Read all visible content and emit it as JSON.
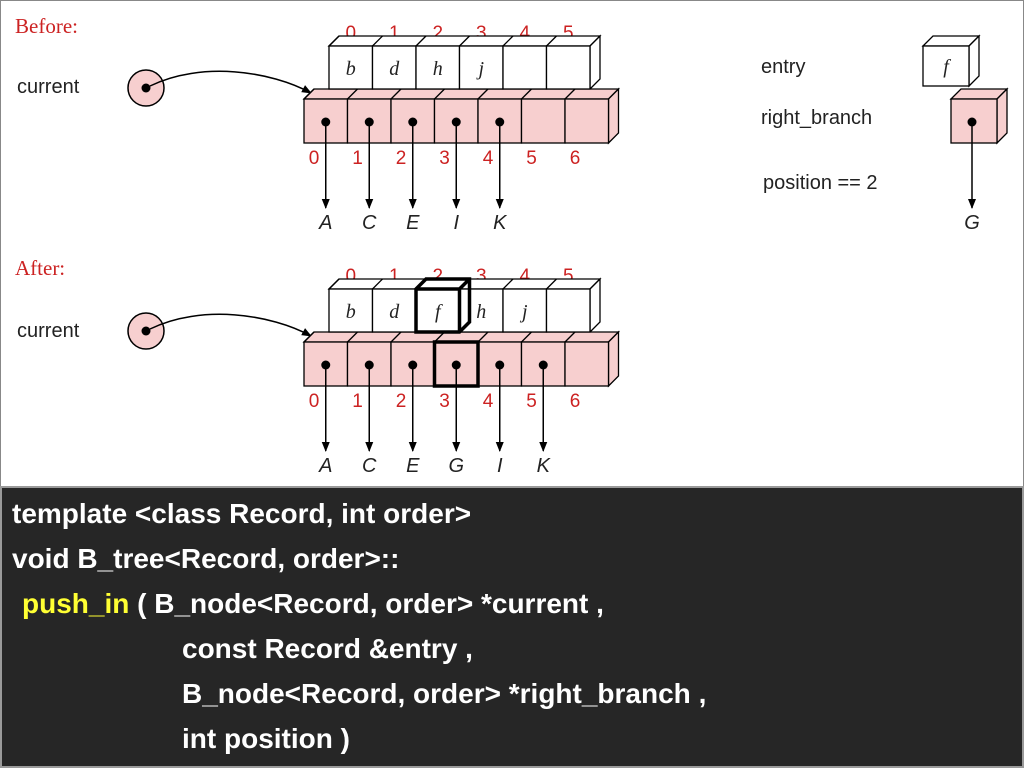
{
  "colors": {
    "index_red": "#cc2222",
    "node_fill": "#f7cfcf",
    "code_bg": "#262626",
    "code_text": "#ffffff",
    "highlight_yellow": "#ffff33"
  },
  "before": {
    "label": "Before:",
    "current_label": "current",
    "key_indices": [
      "0",
      "1",
      "2",
      "3",
      "4",
      "5"
    ],
    "keys": [
      "b",
      "d",
      "h",
      "j",
      "",
      ""
    ],
    "branch_indices": [
      "0",
      "1",
      "2",
      "3",
      "4",
      "5",
      "6"
    ],
    "children": [
      "A",
      "C",
      "E",
      "I",
      "K"
    ]
  },
  "after": {
    "label": "After:",
    "current_label": "current",
    "key_indices": [
      "0",
      "1",
      "2",
      "3",
      "4",
      "5"
    ],
    "keys": [
      "b",
      "d",
      "f",
      "h",
      "j",
      ""
    ],
    "branch_indices": [
      "0",
      "1",
      "2",
      "3",
      "4",
      "5",
      "6"
    ],
    "children": [
      "A",
      "C",
      "E",
      "G",
      "I",
      "K"
    ],
    "highlight_key_index": 2,
    "highlight_branch_index": 3
  },
  "params": {
    "entry_label": "entry",
    "entry_value": "f",
    "right_branch_label": "right_branch",
    "right_branch_child": "G",
    "position_text": "position == 2"
  },
  "code": {
    "line1": "template <class Record, int order>",
    "line2": "void B_tree<Record, order>::",
    "line3_fn": "push_in",
    "line3_rest": " ( B_node<Record, order> *current ,",
    "line4": "const Record &entry ,",
    "line5": "B_node<Record, order> *right_branch ,",
    "line6": "int position )"
  }
}
